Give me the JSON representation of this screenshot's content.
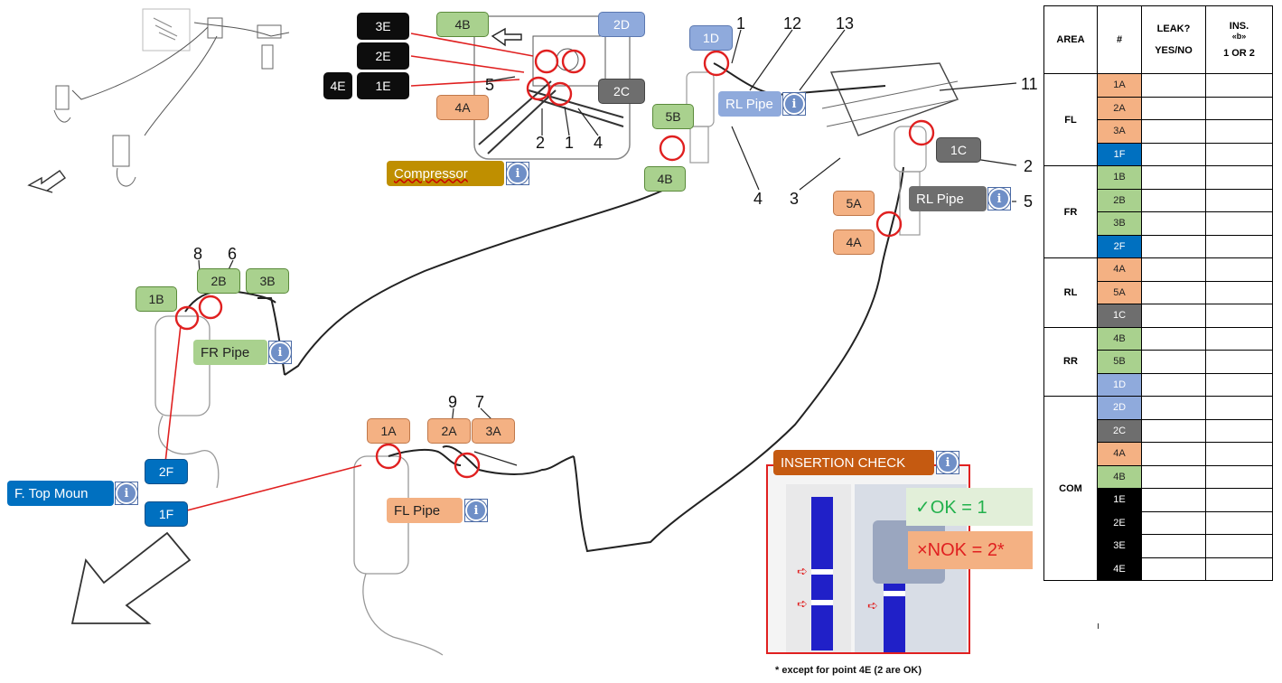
{
  "labels": {
    "3E": "3E",
    "2E": "2E",
    "1E": "1E",
    "4E": "4E",
    "4B_top": "4B",
    "4A_top": "4A",
    "2D": "2D",
    "2C": "2C",
    "1D": "1D",
    "5B": "5B",
    "4B_rr": "4B",
    "1C": "1C",
    "5A": "5A",
    "4A_rl": "4A",
    "1B": "1B",
    "2B": "2B",
    "3B": "3B",
    "2F": "2F",
    "1F": "1F",
    "1A": "1A",
    "2A": "2A",
    "3A": "3A"
  },
  "pipes": {
    "compressor": "Compressor",
    "rl_pipe_top": "RL Pipe",
    "rl_pipe_right": "RL Pipe",
    "fr_pipe": "FR Pipe",
    "fl_pipe": "FL Pipe",
    "f_top_mount": "F. Top Moun"
  },
  "callout_numbers": {
    "n1_top": "1",
    "n12": "12",
    "n13": "13",
    "n11": "11",
    "n2_right": "2",
    "n4_rr": "4",
    "n3": "3",
    "n5_right": "5",
    "n5_comp": "5",
    "n2_comp": "2",
    "n1_comp": "1",
    "n4_comp": "4",
    "n8": "8",
    "n6": "6",
    "n9": "9",
    "n7": "7"
  },
  "insertion": {
    "title": "INSERTION CHECK",
    "ok": "✓OK = 1",
    "nok": "×NOK = 2*",
    "footnote": "* except for point 4E (2 are OK)"
  },
  "info_glyph": "i",
  "table": {
    "headers": {
      "area": "AREA",
      "num": "#",
      "leak": "LEAK?",
      "leak_sub": "YES/NO",
      "ins": "INS.",
      "ins_sym": "«b»",
      "ins_sub": "1 OR 2"
    },
    "groups": [
      {
        "area": "FL",
        "rows": [
          {
            "code": "1A",
            "color": "#f4b183",
            "text": "#222"
          },
          {
            "code": "2A",
            "color": "#f4b183",
            "text": "#222"
          },
          {
            "code": "3A",
            "color": "#f4b183",
            "text": "#222"
          },
          {
            "code": "1F",
            "color": "#0070c0",
            "text": "#fff"
          }
        ]
      },
      {
        "area": "FR",
        "rows": [
          {
            "code": "1B",
            "color": "#a9d18e",
            "text": "#222"
          },
          {
            "code": "2B",
            "color": "#a9d18e",
            "text": "#222"
          },
          {
            "code": "3B",
            "color": "#a9d18e",
            "text": "#222"
          },
          {
            "code": "2F",
            "color": "#0070c0",
            "text": "#fff"
          }
        ]
      },
      {
        "area": "RL",
        "rows": [
          {
            "code": "4A",
            "color": "#f4b183",
            "text": "#222"
          },
          {
            "code": "5A",
            "color": "#f4b183",
            "text": "#222"
          },
          {
            "code": "1C",
            "color": "#6e6e6e",
            "text": "#fff"
          }
        ]
      },
      {
        "area": "RR",
        "rows": [
          {
            "code": "4B",
            "color": "#a9d18e",
            "text": "#222"
          },
          {
            "code": "5B",
            "color": "#a9d18e",
            "text": "#222"
          },
          {
            "code": "1D",
            "color": "#8faadc",
            "text": "#fff"
          }
        ]
      },
      {
        "area": "COM",
        "rows": [
          {
            "code": "2D",
            "color": "#8faadc",
            "text": "#fff"
          },
          {
            "code": "2C",
            "color": "#6e6e6e",
            "text": "#fff"
          },
          {
            "code": "4A",
            "color": "#f4b183",
            "text": "#222"
          },
          {
            "code": "4B",
            "color": "#a9d18e",
            "text": "#222"
          },
          {
            "code": "1E",
            "color": "#000000",
            "text": "#fff"
          },
          {
            "code": "2E",
            "color": "#000000",
            "text": "#fff"
          },
          {
            "code": "3E",
            "color": "#000000",
            "text": "#fff"
          },
          {
            "code": "4E",
            "color": "#000000",
            "text": "#fff"
          }
        ]
      }
    ]
  },
  "colors": {
    "black": "#0d0d0d",
    "green": "#a9d18e",
    "orange": "#f4b183",
    "blue": "#0070c0",
    "light_blue": "#8faadc",
    "grey": "#6e6e6e",
    "red": "#e02020"
  }
}
